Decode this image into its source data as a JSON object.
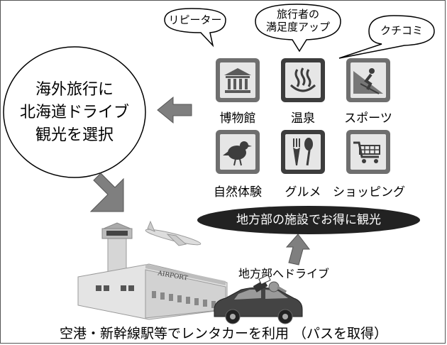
{
  "bubbles": {
    "repeater": "リピーター",
    "satisfaction_line1": "旅行者の",
    "satisfaction_line2": "満足度アップ",
    "review": "クチコミ"
  },
  "circle": {
    "line1": "海外旅行に",
    "line2": "北海道ドライブ",
    "line3": "観光を選択"
  },
  "tiles": [
    {
      "label": "博物館",
      "icon": "museum-icon"
    },
    {
      "label": "温泉",
      "icon": "hot-spring-icon"
    },
    {
      "label": "スポーツ",
      "icon": "skiing-icon"
    },
    {
      "label": "自然体験",
      "icon": "bird-icon"
    },
    {
      "label": "グルメ",
      "icon": "fork-spoon-icon"
    },
    {
      "label": "ショッピング",
      "icon": "shopping-cart-icon"
    }
  ],
  "banner": "地方部の施設でお得に観光",
  "drive_label": "地方部へドライブ",
  "airport_sign": "AIRPORT",
  "caption": "空港・新幹線駅等でレンタカーを利用 （パスを取得）",
  "colors": {
    "tile_dark": "#3d3d3d",
    "tile_mid": "#6f6f6f",
    "arrow": "#7f7f7f",
    "banner": "#222222"
  }
}
